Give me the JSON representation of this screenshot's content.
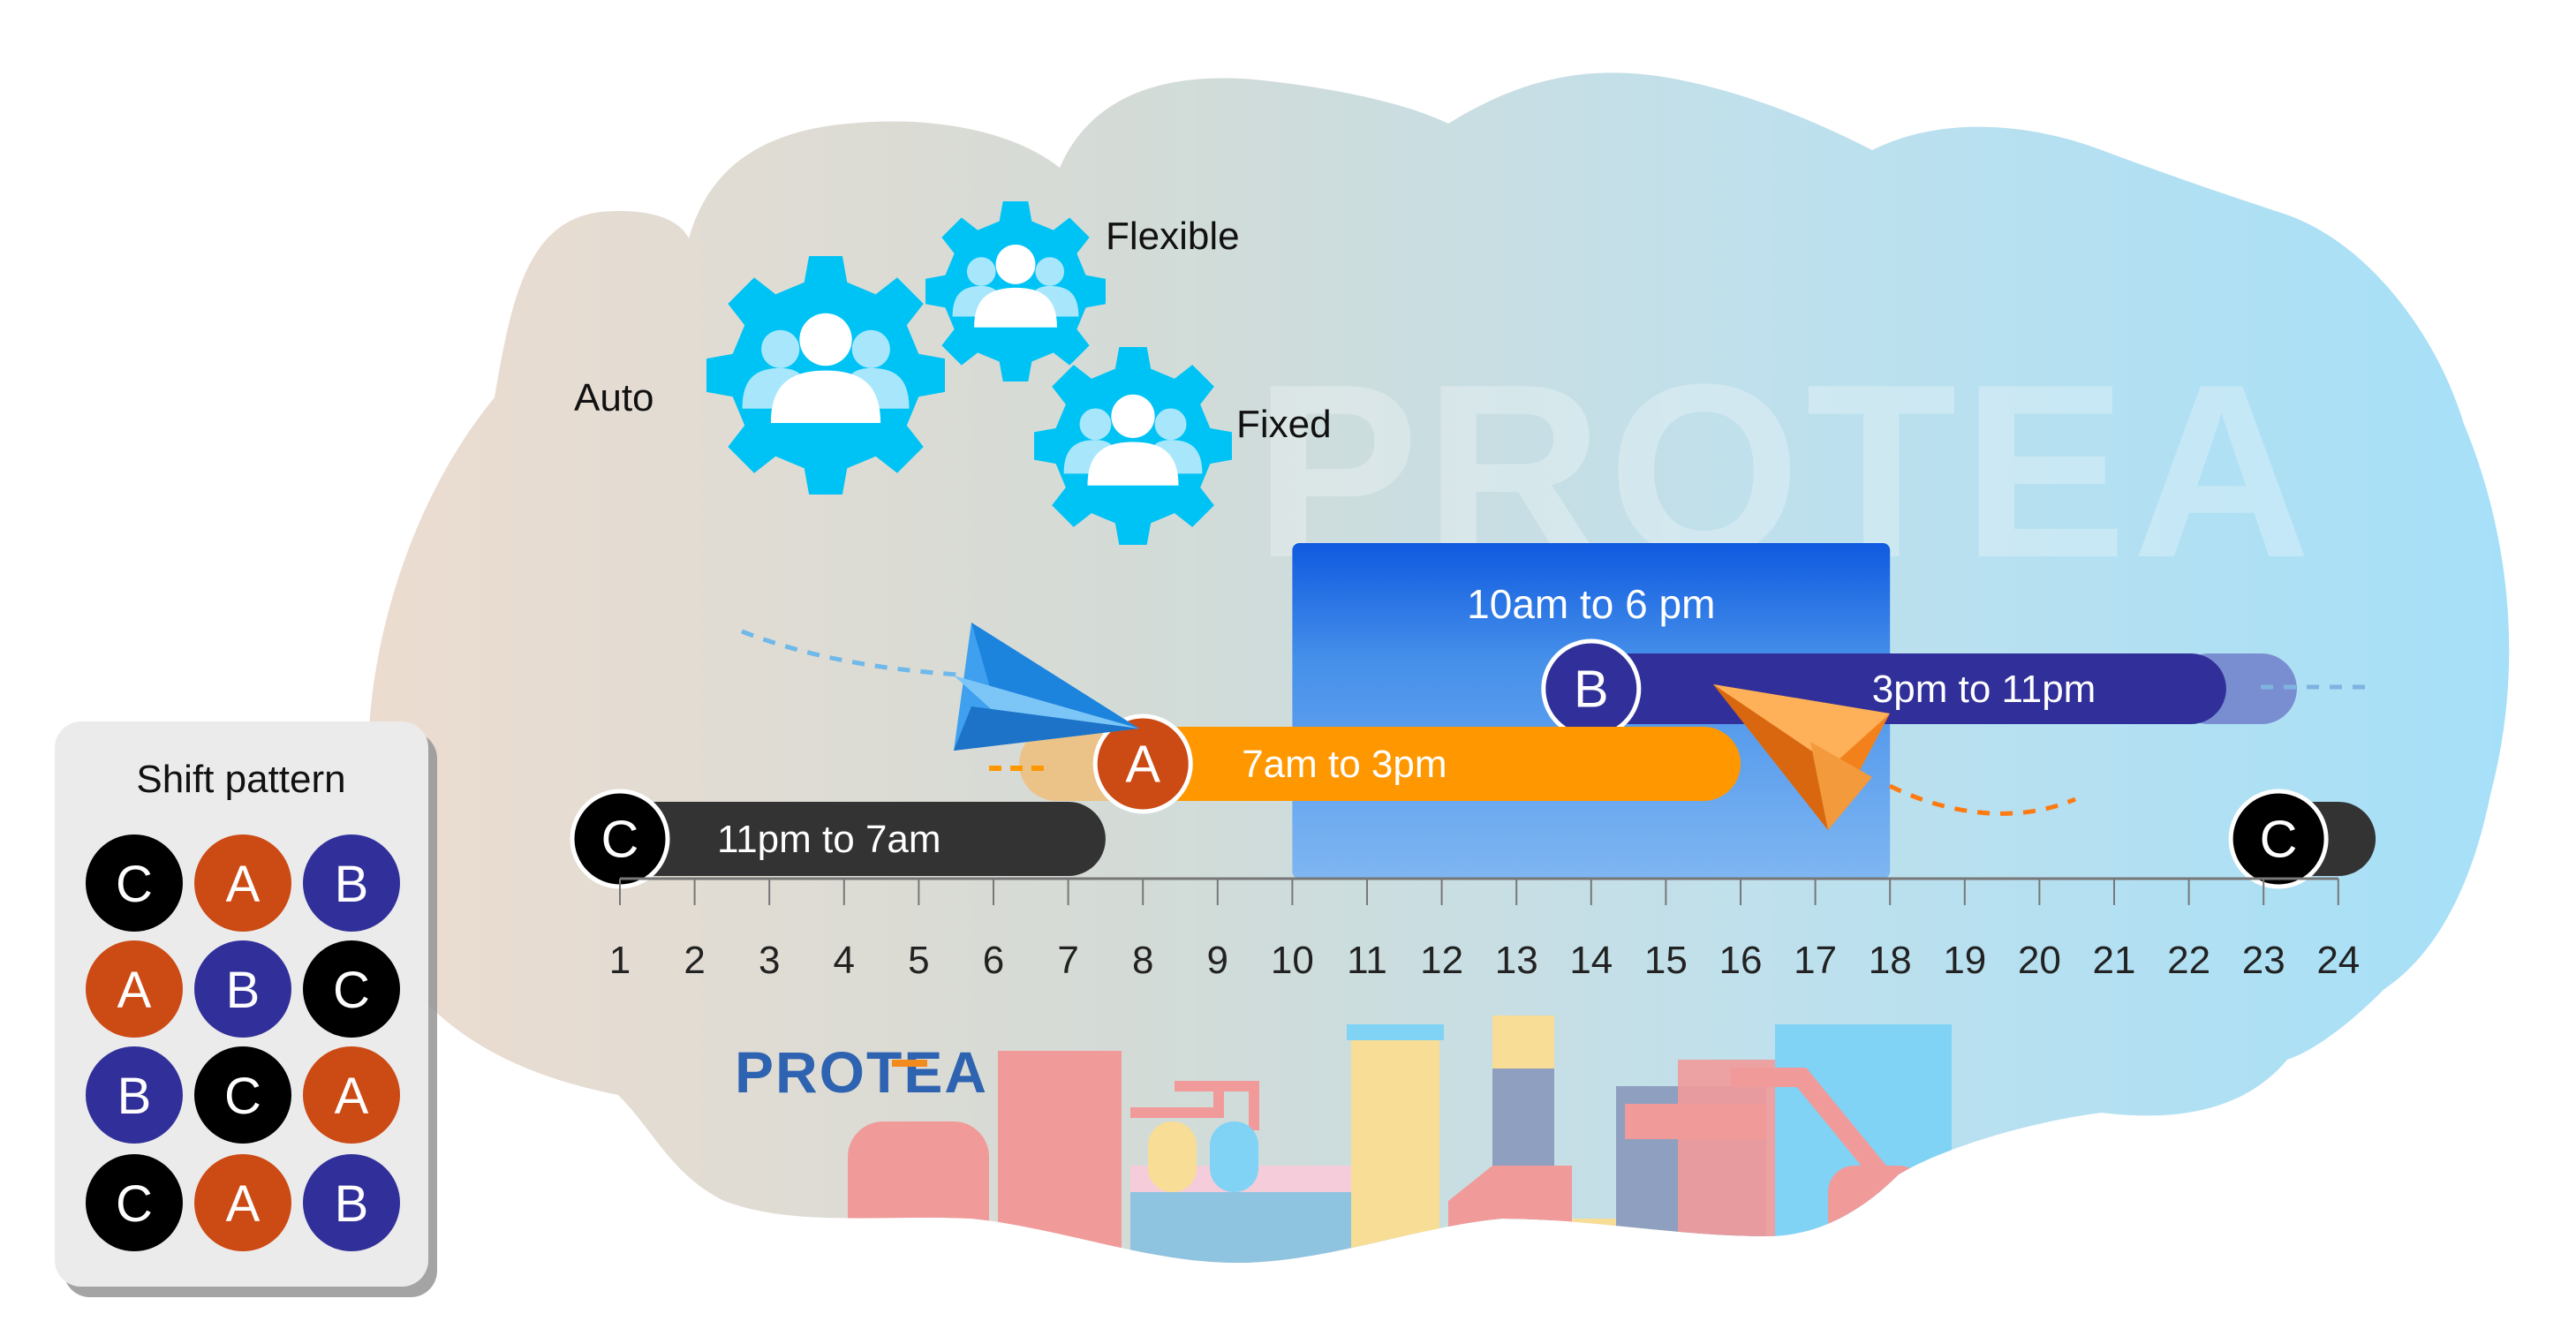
{
  "modes": {
    "auto": "Auto",
    "flexible": "Flexible",
    "fixed": "Fixed"
  },
  "watermark": "PROTEA",
  "brand": {
    "logo_text": "PROTEA"
  },
  "shifts": [
    {
      "letter": "A",
      "label": "7am to 3pm",
      "start": 8,
      "end": 16,
      "color": "#ff9800"
    },
    {
      "letter": "B",
      "label": "3pm to 11pm",
      "start": 14,
      "end": 22.5,
      "color": "#31309a"
    },
    {
      "letter": "C",
      "label": "11pm to 7am",
      "start": 1,
      "end": 7.5,
      "color": "#333333"
    }
  ],
  "office_hours": {
    "label": "10am to 6 pm",
    "start": 10,
    "end": 18
  },
  "timeline": {
    "ticks": [
      "1",
      "2",
      "3",
      "4",
      "5",
      "6",
      "7",
      "8",
      "9",
      "10",
      "11",
      "12",
      "13",
      "14",
      "15",
      "16",
      "17",
      "18",
      "19",
      "20",
      "21",
      "22",
      "23",
      "24"
    ]
  },
  "shift_pattern": {
    "title": "Shift pattern",
    "rows": [
      [
        "C",
        "A",
        "B"
      ],
      [
        "A",
        "B",
        "C"
      ],
      [
        "B",
        "C",
        "A"
      ],
      [
        "C",
        "A",
        "B"
      ]
    ]
  },
  "colors": {
    "A": "#cc4a14",
    "B": "#31309a",
    "C": "#000000",
    "gear": "#00c3f5"
  }
}
